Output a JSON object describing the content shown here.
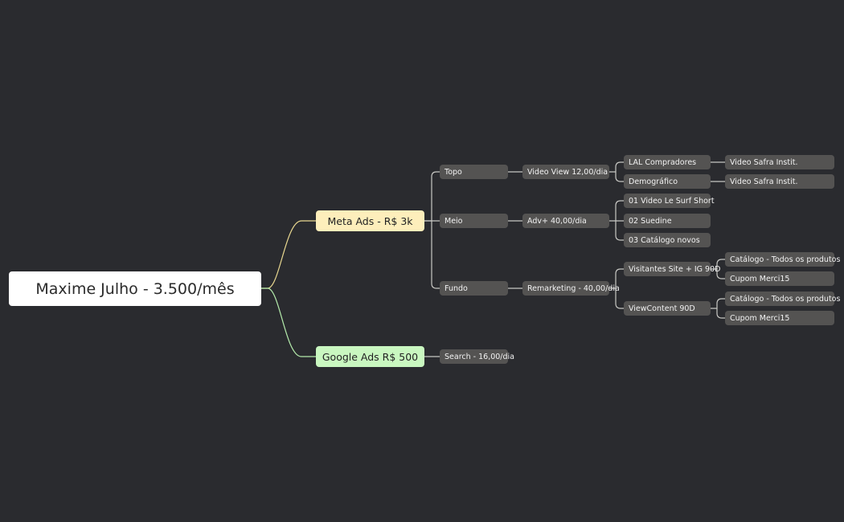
{
  "colors": {
    "background": "#2a2b2f",
    "root": "#ffffff",
    "meta": "#fdeebb",
    "google": "#c9f7c0",
    "subnode": "#545352",
    "meta_line": "#e9d890",
    "google_line": "#b4ebab",
    "sub_line": "#c8c8c4"
  },
  "mindmap": {
    "root": "Maxime Julho - 3.500/mês",
    "meta": {
      "label": "Meta Ads - R$ 3k",
      "topo": {
        "label": "Topo",
        "campaign": "Video View 12,00/dia",
        "adsets": [
          {
            "label": "LAL Compradores",
            "ad": "Video Safra Instit."
          },
          {
            "label": "Demográfico",
            "ad": "Video Safra Instit."
          }
        ]
      },
      "meio": {
        "label": "Meio",
        "campaign": "Adv+ 40,00/dia",
        "ads": [
          "01  Video Le Surf Short",
          "02 Suedine",
          "03 Catálogo novos"
        ]
      },
      "fundo": {
        "label": "Fundo",
        "campaign": "Remarketing - 40,00/dia",
        "adsets": [
          {
            "label": "Visitantes Site + IG 90D",
            "ads": [
              "Catálogo - Todos os produtos",
              "Cupom Merci15"
            ]
          },
          {
            "label": "ViewContent 90D",
            "ads": [
              "Catálogo - Todos os produtos",
              "Cupom Merci15"
            ]
          }
        ]
      }
    },
    "google": {
      "label": "Google Ads R$ 500",
      "campaign": "Search - 16,00/dia"
    }
  }
}
